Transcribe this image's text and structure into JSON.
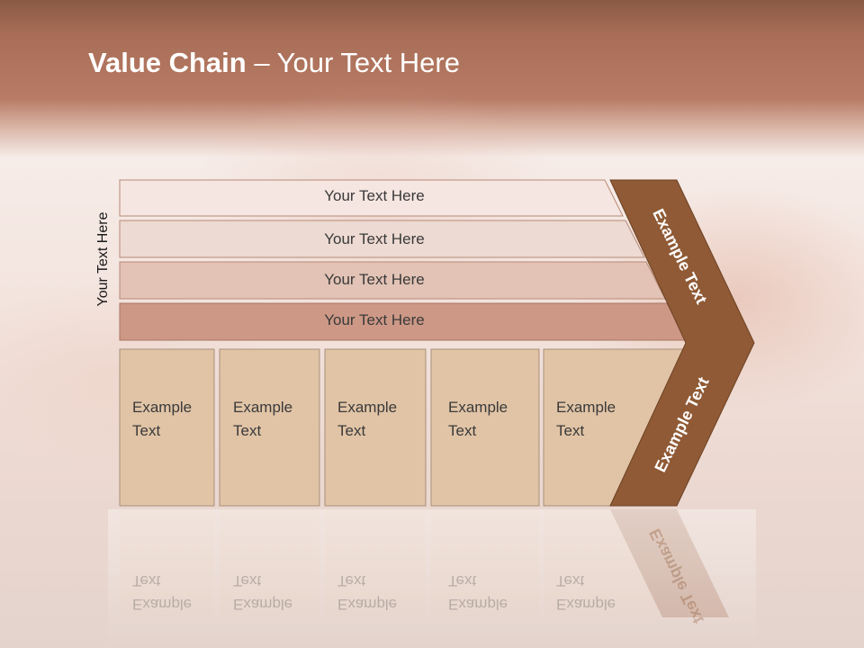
{
  "slide": {
    "title_bold": "Value Chain",
    "title_rest": " – Your Text Here",
    "side_label": "Your Text Here"
  },
  "rows": [
    "Your Text Here",
    "Your Text Here",
    "Your Text Here",
    "Your Text Here"
  ],
  "boxes": [
    {
      "line1": "Example",
      "line2": "Text"
    },
    {
      "line1": "Example",
      "line2": "Text"
    },
    {
      "line1": "Example",
      "line2": "Text"
    },
    {
      "line1": "Example",
      "line2": "Text"
    },
    {
      "line1": "Example",
      "line2": "Text"
    }
  ],
  "chevron": {
    "top": "Example Text",
    "bottom": "Example Text"
  },
  "colors": {
    "row1": "#f5e6e1",
    "row2": "#eddad2",
    "row3": "#e2c3b5",
    "row4": "#cd9886",
    "box": "#e1c4a6",
    "chevron": "#8f5a35"
  }
}
